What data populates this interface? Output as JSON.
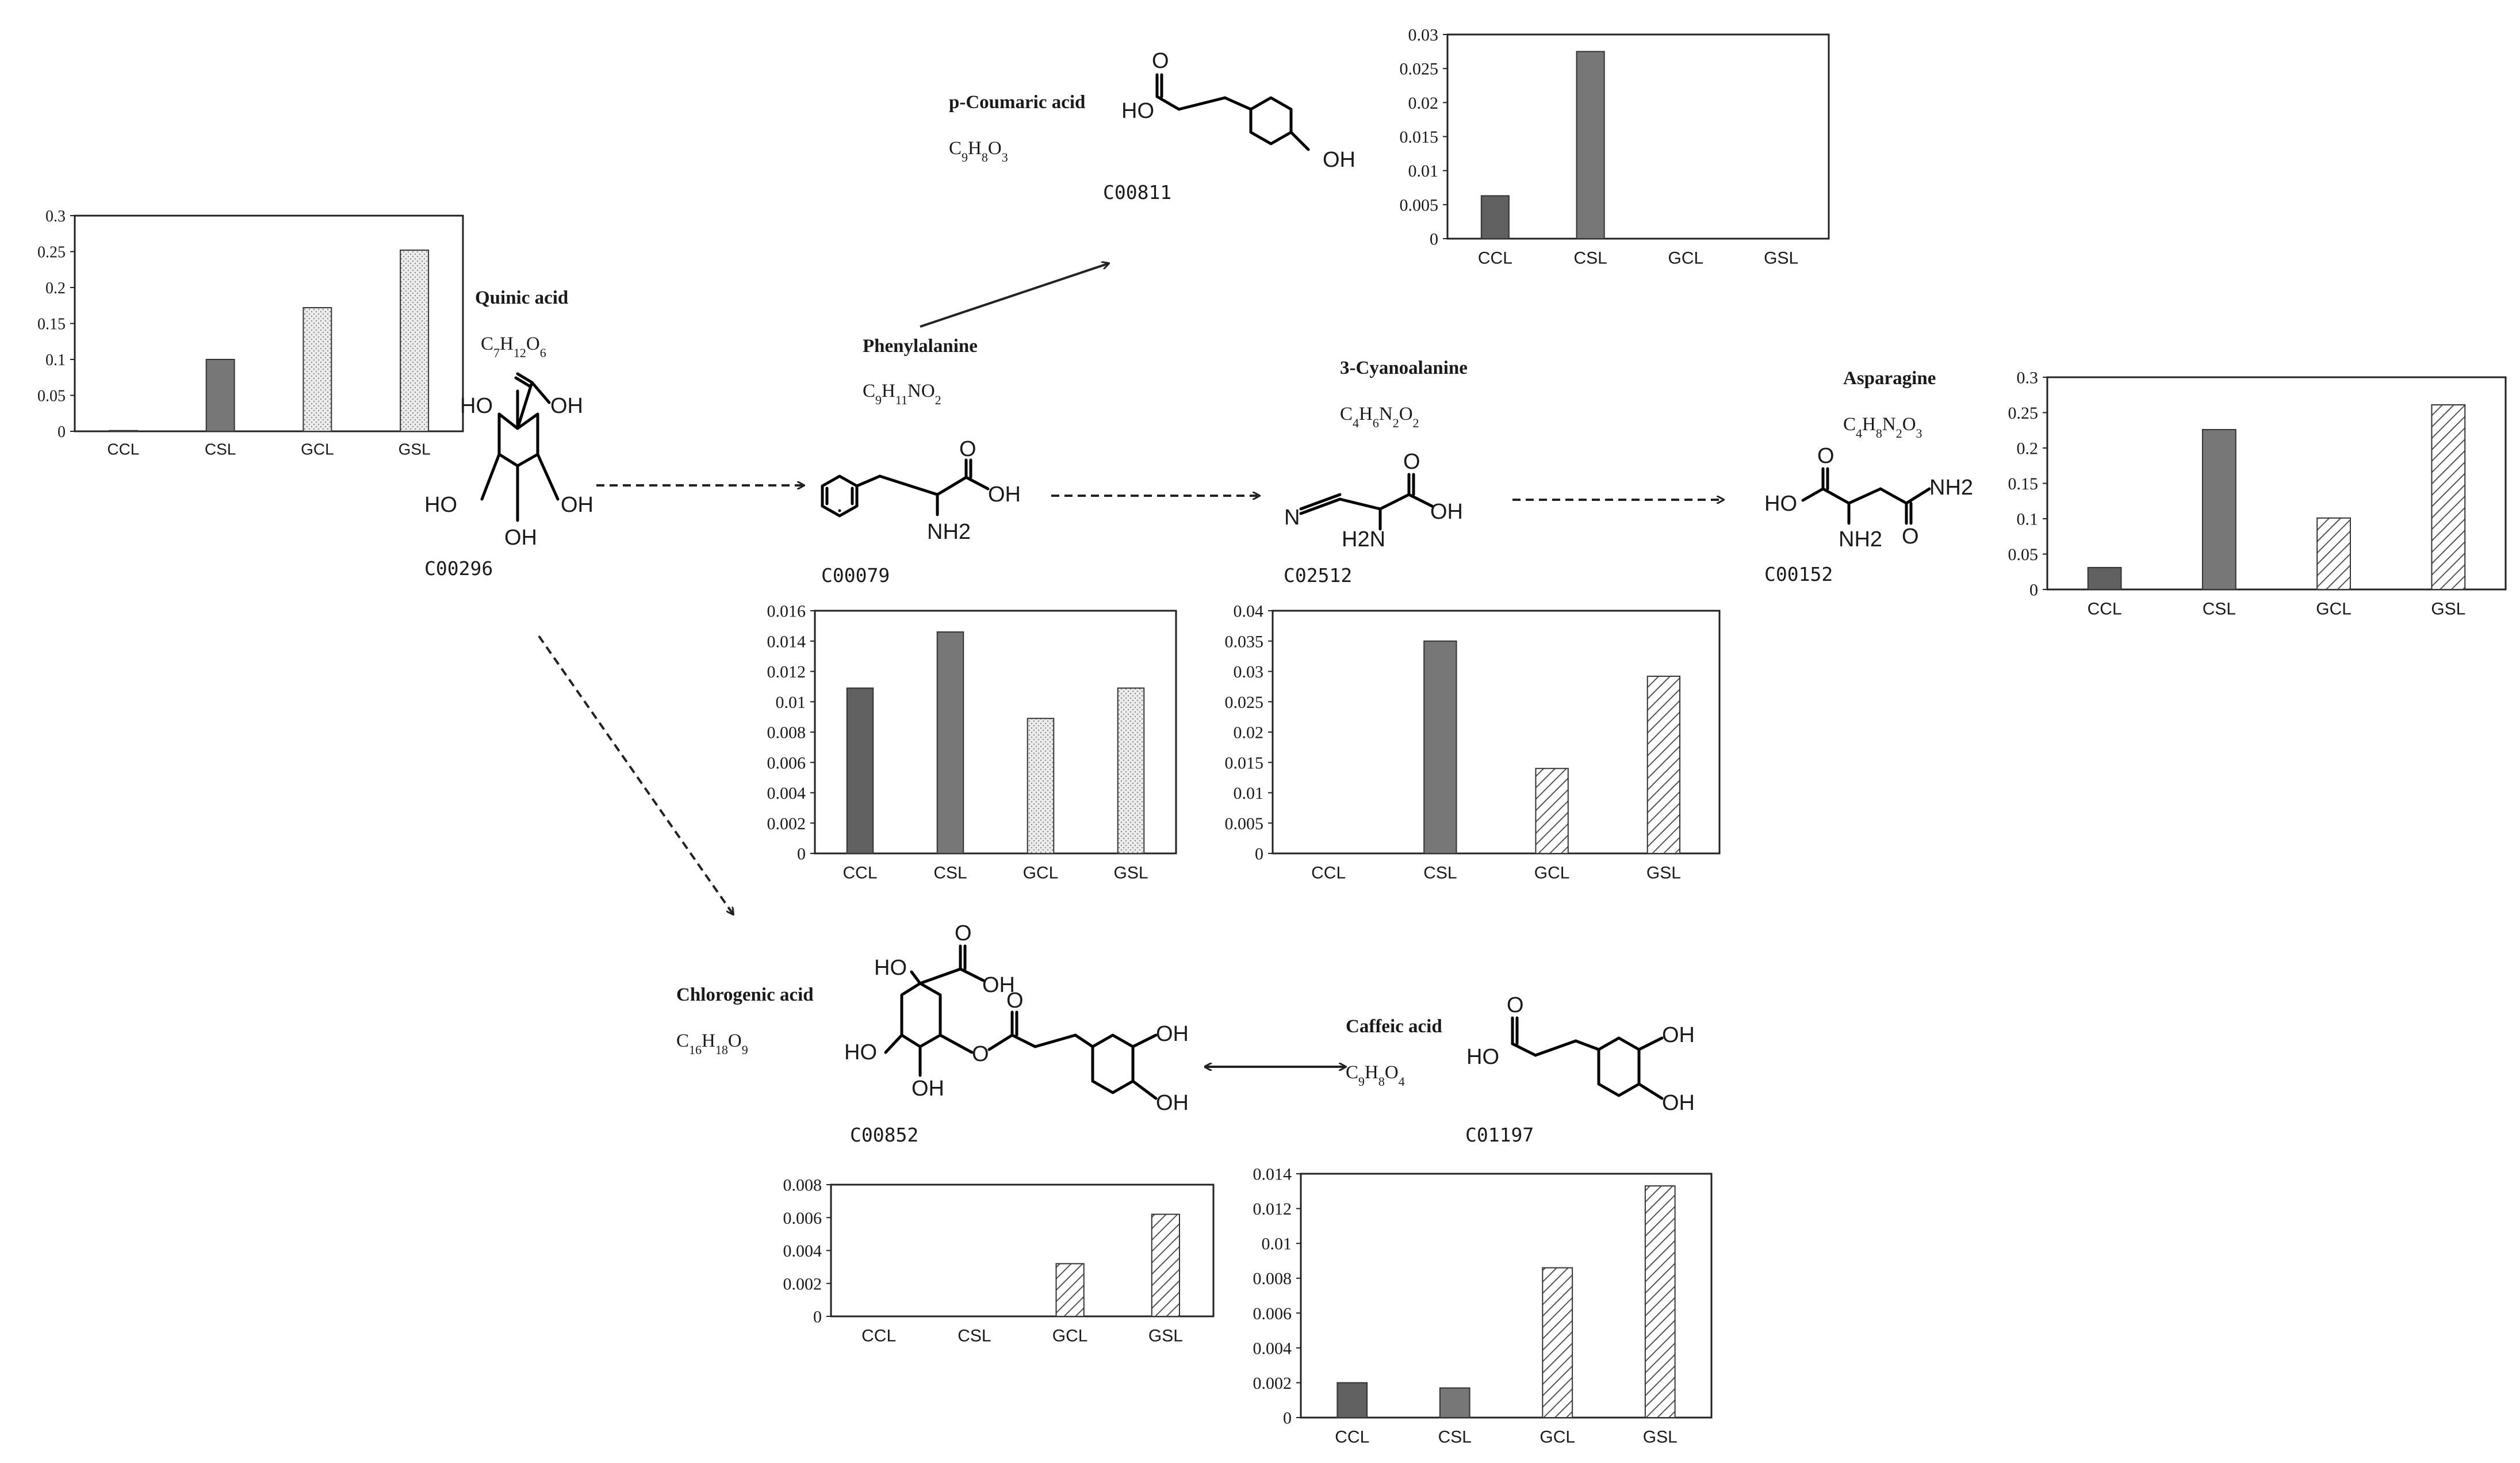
{
  "colors": {
    "ccl": "#606060",
    "csl": "#777777",
    "gcl": "#d8d8d8",
    "gsl": "#c4c4c4",
    "hatch": "#444444",
    "axis": "#222222"
  },
  "compounds": {
    "quinic": {
      "name": "Quinic acid",
      "formula_main": "C7H12O6",
      "formula_parts": [
        "C",
        "7",
        "H",
        "12",
        "O",
        "6"
      ],
      "id": "C00296"
    },
    "phe": {
      "name": "Phenylalanine",
      "formula_parts": [
        "C",
        "9",
        "H",
        "11",
        "NO",
        "2"
      ],
      "id": "C00079"
    },
    "pcoum": {
      "name": "p-Coumaric acid",
      "formula_parts": [
        "C",
        "9",
        "H",
        "8",
        "O",
        "3"
      ],
      "id": "C00811"
    },
    "cyano": {
      "name": "3-Cyanoalanine",
      "formula_parts": [
        "C",
        "4",
        "H",
        "6",
        "N",
        "2",
        "O",
        "2"
      ],
      "id": "C02512"
    },
    "asn": {
      "name": "Asparagine",
      "formula_parts": [
        "C",
        "4",
        "H",
        "8",
        "N",
        "2",
        "O",
        "3"
      ],
      "id": "C00152"
    },
    "chloro": {
      "name": "Chlorogenic acid",
      "formula_parts": [
        "C",
        "16",
        "H",
        "18",
        "O",
        "9"
      ],
      "id": "C00852"
    },
    "caffeic": {
      "name": "Caffeic acid",
      "formula_parts": [
        "C",
        "9",
        "H",
        "8",
        "O",
        "4"
      ],
      "id": "C01197"
    }
  },
  "atoms": {
    "ho": "HO",
    "oh": "OH",
    "o": "O",
    "nh2": "NH2",
    "h2n": "H2N",
    "n": "N"
  },
  "chart_data": [
    {
      "id": "quinic",
      "type": "bar",
      "categories": [
        "CCL",
        "CSL",
        "GCL",
        "GSL"
      ],
      "values": [
        0.001,
        0.1,
        0.172,
        0.252
      ],
      "ylim": [
        0,
        0.3
      ],
      "yticks": [
        "0",
        "0.05",
        "0.1",
        "0.15",
        "0.2",
        "0.25",
        "0.3"
      ],
      "yticks_val": [
        0,
        0.05,
        0.1,
        0.15,
        0.2,
        0.25,
        0.3
      ],
      "styles": [
        "solid",
        "solid",
        "dots",
        "dots"
      ],
      "grid": false
    },
    {
      "id": "pcoum",
      "type": "bar",
      "categories": [
        "CCL",
        "CSL",
        "GCL",
        "GSL"
      ],
      "values": [
        0.0063,
        0.0275,
        0,
        0
      ],
      "ylim": [
        0,
        0.03
      ],
      "yticks": [
        "0",
        "0.005",
        "0.01",
        "0.015",
        "0.02",
        "0.025",
        "0.03"
      ],
      "yticks_val": [
        0,
        0.005,
        0.01,
        0.015,
        0.02,
        0.025,
        0.03
      ],
      "styles": [
        "solid",
        "solid",
        "dots",
        "dots"
      ],
      "grid": false
    },
    {
      "id": "phe",
      "type": "bar",
      "categories": [
        "CCL",
        "CSL",
        "GCL",
        "GSL"
      ],
      "values": [
        0.0109,
        0.0146,
        0.0089,
        0.0109
      ],
      "ylim": [
        0,
        0.016
      ],
      "yticks": [
        "0",
        "0.002",
        "0.004",
        "0.006",
        "0.008",
        "0.01",
        "0.012",
        "0.014",
        "0.016"
      ],
      "yticks_val": [
        0,
        0.002,
        0.004,
        0.006,
        0.008,
        0.01,
        0.012,
        0.014,
        0.016
      ],
      "styles": [
        "solid",
        "solid",
        "dots",
        "dots"
      ],
      "grid": false
    },
    {
      "id": "cyano",
      "type": "bar",
      "categories": [
        "CCL",
        "CSL",
        "GCL",
        "GSL"
      ],
      "values": [
        0,
        0.035,
        0.014,
        0.0292
      ],
      "ylim": [
        0,
        0.04
      ],
      "yticks": [
        "0",
        "0.005",
        "0.01",
        "0.015",
        "0.02",
        "0.025",
        "0.03",
        "0.035",
        "0.04"
      ],
      "yticks_val": [
        0,
        0.005,
        0.01,
        0.015,
        0.02,
        0.025,
        0.03,
        0.035,
        0.04
      ],
      "styles": [
        "solid",
        "solid",
        "hatch",
        "hatch"
      ],
      "grid": false
    },
    {
      "id": "asn",
      "type": "bar",
      "categories": [
        "CCL",
        "CSL",
        "GCL",
        "GSL"
      ],
      "values": [
        0.031,
        0.226,
        0.101,
        0.261
      ],
      "ylim": [
        0,
        0.3
      ],
      "yticks": [
        "0",
        "0.05",
        "0.1",
        "0.15",
        "0.2",
        "0.25",
        "0.3"
      ],
      "yticks_val": [
        0,
        0.05,
        0.1,
        0.15,
        0.2,
        0.25,
        0.3
      ],
      "styles": [
        "solid",
        "solid",
        "hatch",
        "hatch"
      ],
      "grid": false
    },
    {
      "id": "chloro",
      "type": "bar",
      "categories": [
        "CCL",
        "CSL",
        "GCL",
        "GSL"
      ],
      "values": [
        0,
        0,
        0.0032,
        0.0062
      ],
      "ylim": [
        0,
        0.008
      ],
      "yticks": [
        "0",
        "0.002",
        "0.004",
        "0.006",
        "0.008"
      ],
      "yticks_val": [
        0,
        0.002,
        0.004,
        0.006,
        0.008
      ],
      "styles": [
        "solid",
        "solid",
        "hatch",
        "hatch"
      ],
      "grid": false
    },
    {
      "id": "caffeic",
      "type": "bar",
      "categories": [
        "CCL",
        "CSL",
        "GCL",
        "GSL"
      ],
      "values": [
        0.002,
        0.0017,
        0.0086,
        0.0133
      ],
      "ylim": [
        0,
        0.014
      ],
      "yticks": [
        "0",
        "0.002",
        "0.004",
        "0.006",
        "0.008",
        "0.01",
        "0.012",
        "0.014"
      ],
      "yticks_val": [
        0,
        0.002,
        0.004,
        0.006,
        0.008,
        0.01,
        0.012,
        0.014
      ],
      "styles": [
        "solid",
        "solid",
        "hatch",
        "hatch"
      ],
      "grid": false
    }
  ]
}
